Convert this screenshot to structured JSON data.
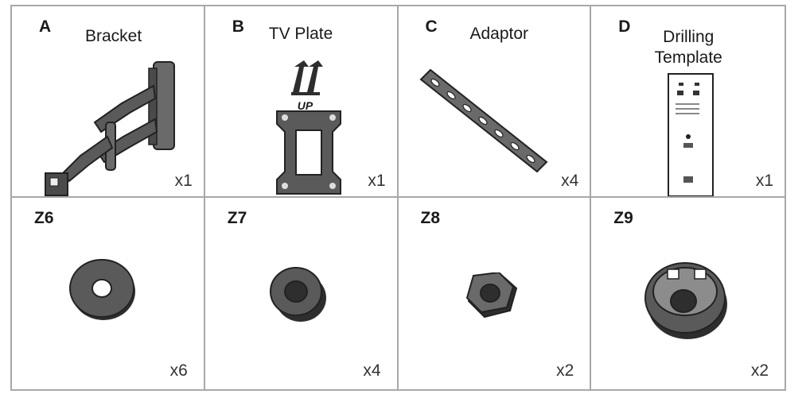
{
  "parts": [
    {
      "letter": "A",
      "name": "Bracket",
      "qty": "x1",
      "icon": "bracket-icon"
    },
    {
      "letter": "B",
      "name": "TV Plate",
      "qty": "x1",
      "icon": "tv-plate-icon",
      "up_label": "UP"
    },
    {
      "letter": "C",
      "name": "Adaptor",
      "qty": "x4",
      "icon": "adaptor-icon"
    },
    {
      "letter": "D",
      "name_line1": "Drilling",
      "name_line2": "Template",
      "qty": "x1",
      "icon": "drilling-template-icon"
    },
    {
      "letter": "Z6",
      "qty": "x6",
      "icon": "flat-washer-icon"
    },
    {
      "letter": "Z7",
      "qty": "x4",
      "icon": "thick-washer-icon"
    },
    {
      "letter": "Z8",
      "qty": "x2",
      "icon": "hex-nut-icon"
    },
    {
      "letter": "Z9",
      "qty": "x2",
      "icon": "spacer-cap-icon"
    }
  ],
  "colors": {
    "border": "#a8a8a8",
    "part_fill": "#5a5a5a",
    "part_dark": "#2e2e2e",
    "part_light": "#8c8c8c"
  }
}
